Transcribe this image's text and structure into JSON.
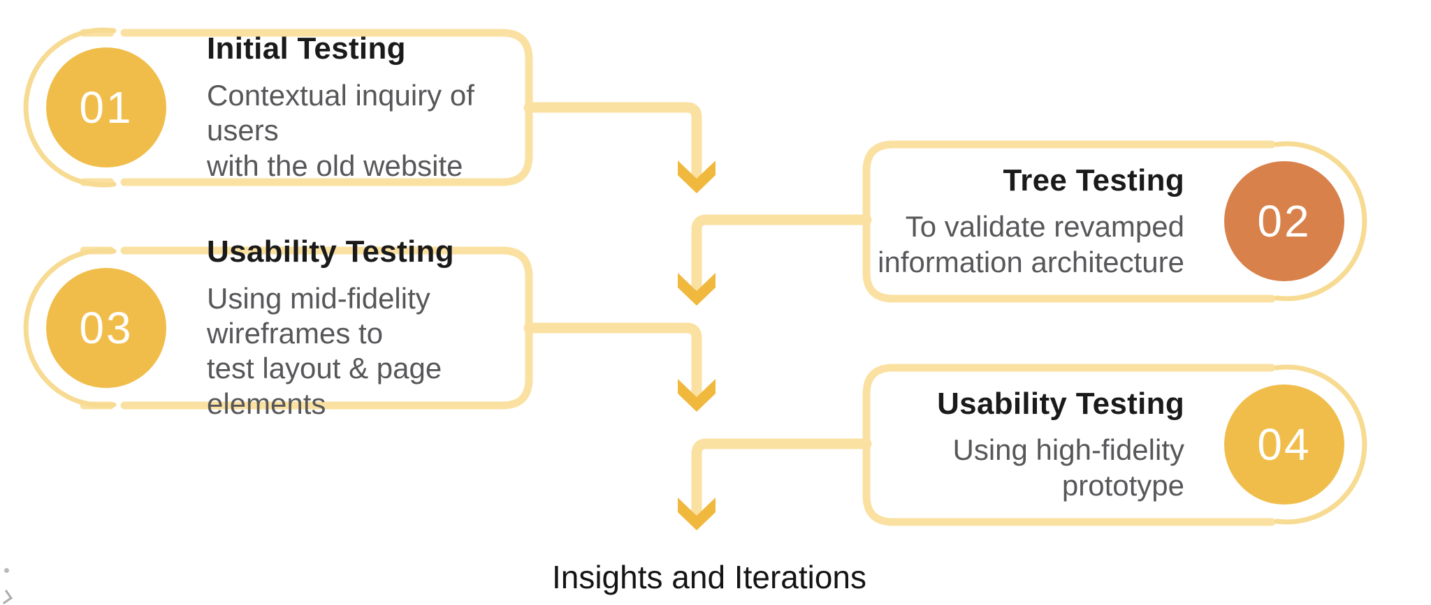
{
  "steps": [
    {
      "number": "01",
      "title": "Initial Testing",
      "description": "Contextual inquiry of users\nwith the old website",
      "side": "left",
      "circle_color": "#F0BD4A"
    },
    {
      "number": "02",
      "title": "Tree Testing",
      "description": "To validate revamped\ninformation architecture",
      "side": "right",
      "circle_color": "#D8814B"
    },
    {
      "number": "03",
      "title": "Usability Testing",
      "description": "Using mid-fidelity wireframes to\ntest layout & page elements",
      "side": "left",
      "circle_color": "#F0BD4A"
    },
    {
      "number": "04",
      "title": "Usability Testing",
      "description": "Using high-fidelity prototype",
      "side": "right",
      "circle_color": "#F0BD4A"
    }
  ],
  "footer": {
    "label": "Insights and Iterations"
  },
  "icons": {
    "flow_arrow": "chevron-down-icon"
  },
  "colors": {
    "box_border": "#FAE1A1",
    "circle_arc": "#F7DB92",
    "connector": "#FAE1A1",
    "arrow_gold": "#F0B83D",
    "circle_gold": "#F0BD4A",
    "circle_orange": "#D8814B",
    "title_text": "#1a1a1a",
    "body_text": "#57575a",
    "footer_text": "#141414",
    "background": "#ffffff"
  }
}
